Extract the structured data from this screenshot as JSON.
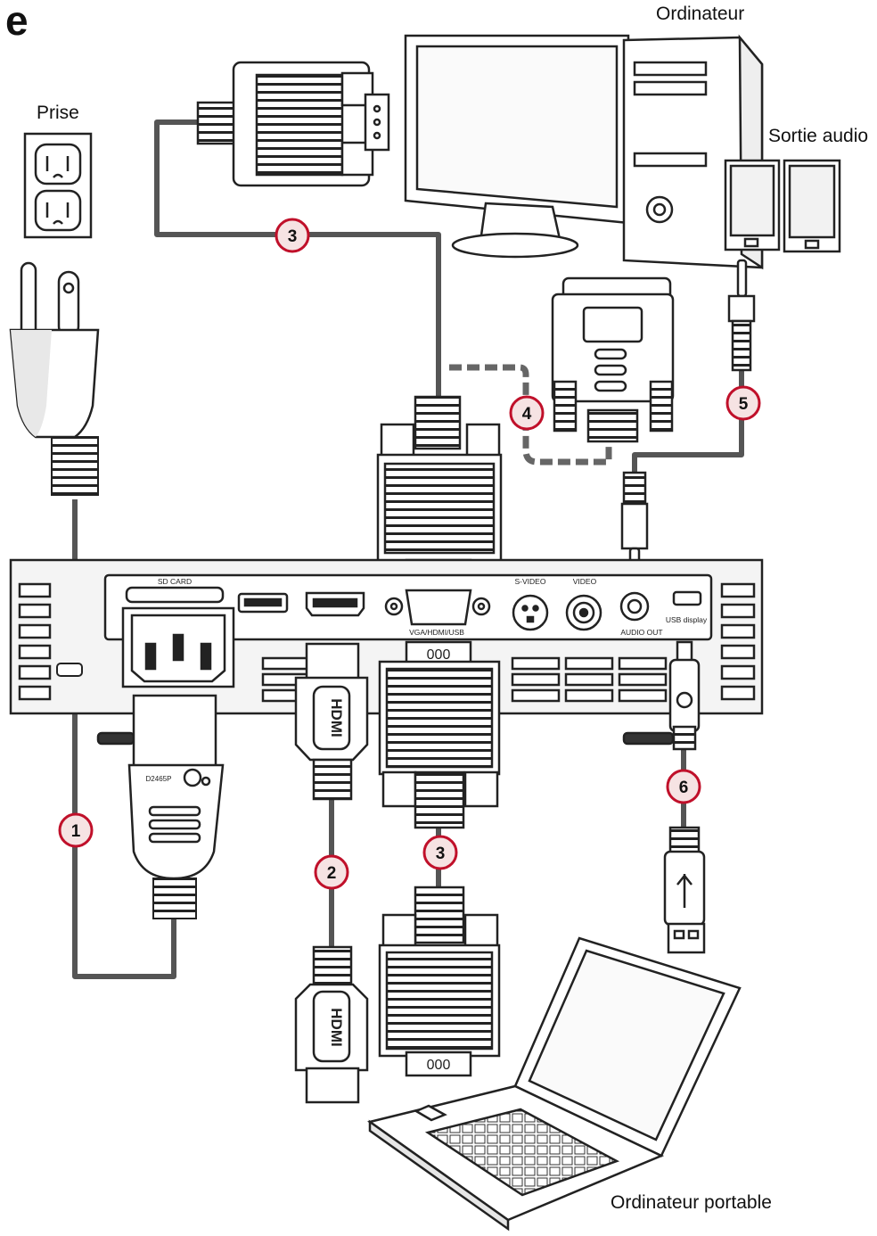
{
  "section_letter": "e",
  "labels": {
    "outlet": "Prise",
    "computer": "Ordinateur",
    "audio_out": "Sortie audio",
    "laptop": "Ordinateur portable"
  },
  "ports": {
    "sd_card": "SD CARD",
    "s_video": "S-VIDEO",
    "video": "VIDEO",
    "vga": "VGA/HDMI/USB",
    "audio_out": "AUDIO OUT",
    "usb_display": "USB display"
  },
  "plug_marking": "D2465P",
  "hdmi_text": "HDMI",
  "cable_numbers": {
    "power": "1",
    "hdmi": "2",
    "vga_top": "3",
    "vga_bottom": "3",
    "dvi_adapter": "4",
    "audio": "5",
    "usb": "6"
  },
  "colors": {
    "badge_ring": "#c0102a",
    "badge_fill": "#f6e3e3",
    "cable": "#555555"
  }
}
